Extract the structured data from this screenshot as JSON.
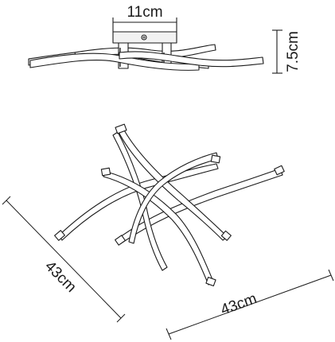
{
  "dimensions": {
    "canopy_width": "11cm",
    "height": "7.5cm",
    "depth": "43cm",
    "width": "43cm"
  },
  "colors": {
    "line": "#1a1a1a",
    "fill": "#ffffff",
    "canopy_fill": "#f2f2f2"
  }
}
